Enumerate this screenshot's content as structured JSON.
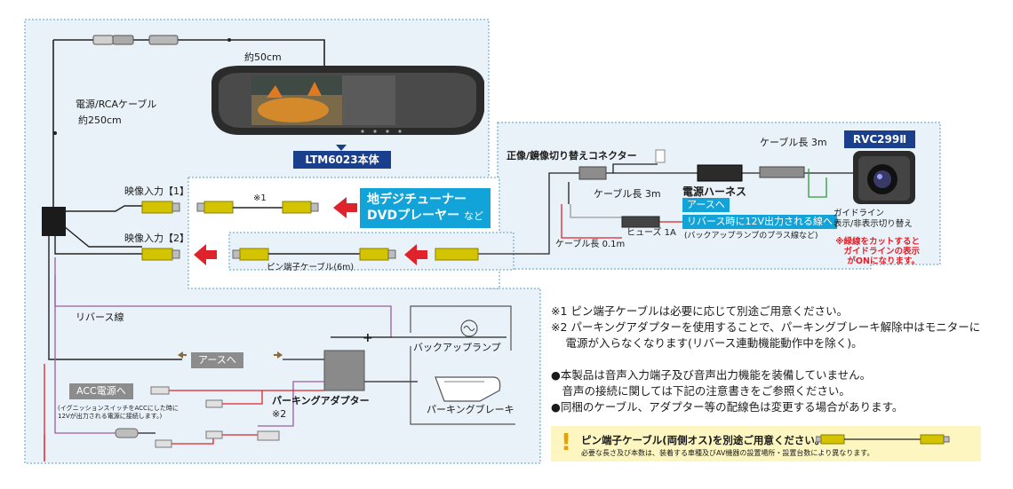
{
  "mirror": {
    "distance_label": "約50cm",
    "model_label": "LTM6023本体"
  },
  "cable_main": {
    "label_line1": "電源/RCAケーブル",
    "label_line2": "約250cm"
  },
  "video_inputs": {
    "input1": "映像入力【1】",
    "input2": "映像入力【2】"
  },
  "source_device": {
    "line1": "地デジチューナー",
    "line2": "DVDプレーヤー",
    "suffix": "など",
    "note_mark": "※1"
  },
  "pin_cable": {
    "label": "ピン端子ケーブル(6m)"
  },
  "camera_box": {
    "connector_label": "正像/鏡像切り替えコネクター",
    "cable_3m_top": "ケーブル長 3m",
    "camera_model": "RVC299Ⅱ",
    "power_harness": "電源ハーネス",
    "cable_3m_left": "ケーブル長 3m",
    "earth_tag": "アースへ",
    "fuse_label": "ヒューズ 1A",
    "reverse_tag": "リバース時に12V出力される線へ",
    "reverse_sub": "(バックアップランプのプラス線など)",
    "cable_01m": "ケーブル長 0.1m",
    "guideline_line1": "ガイドライン",
    "guideline_line2": "表示/非表示切り替え",
    "cut_note_line1": "※緑線をカットすると",
    "cut_note_line2": "ガイドラインの表示",
    "cut_note_line3": "がONになります。"
  },
  "lower": {
    "reverse_line": "リバース線",
    "earth_tag": "アースへ",
    "plus_sign": "+",
    "backup_lamp": "バックアップランプ",
    "acc_tag": "ACC電源へ",
    "acc_note_line1": "(イグニッションスイッチをACCにした時に",
    "acc_note_line2": "12Vが出力される電源に接続します。)",
    "parking_adapter": "パーキングアダプター",
    "parking_mark": "※2",
    "parking_brake": "パーキングブレーキ"
  },
  "notes": [
    "※1 ピン端子ケーブルは必要に応じて別途ご用意ください。",
    "※2 パーキングアダプターを使用することで、パーキングブレーキ解除中はモニターに",
    "　 電源が入らなくなります(リバース連動機能動作中を除く)。",
    "",
    "●本製品は音声入力端子及び音声出力機能を装備していません。",
    "　音声の接続に関しては下記の注意書きをご参照ください。",
    "●同梱のケーブル、アダプター等の配線色は変更する場合があります。"
  ],
  "callout": {
    "line1": "ピン端子ケーブル(両側オス)を別途ご用意ください。",
    "line2": "必要な長さ及び本数は、装着する車種及びAV機器の設置場所・設置台数により異なります。"
  },
  "colors": {
    "panel": "#e8f2f8",
    "panel_border": "#5a9ec9",
    "navy": "#1a3f8c",
    "cyan": "#12a3d8",
    "red": "#e0232a",
    "yellow_connector": "#d4c400",
    "wire_violet": "#9a5e9a",
    "wire_red": "#e0232a",
    "wire_green": "#2e9a3a"
  }
}
